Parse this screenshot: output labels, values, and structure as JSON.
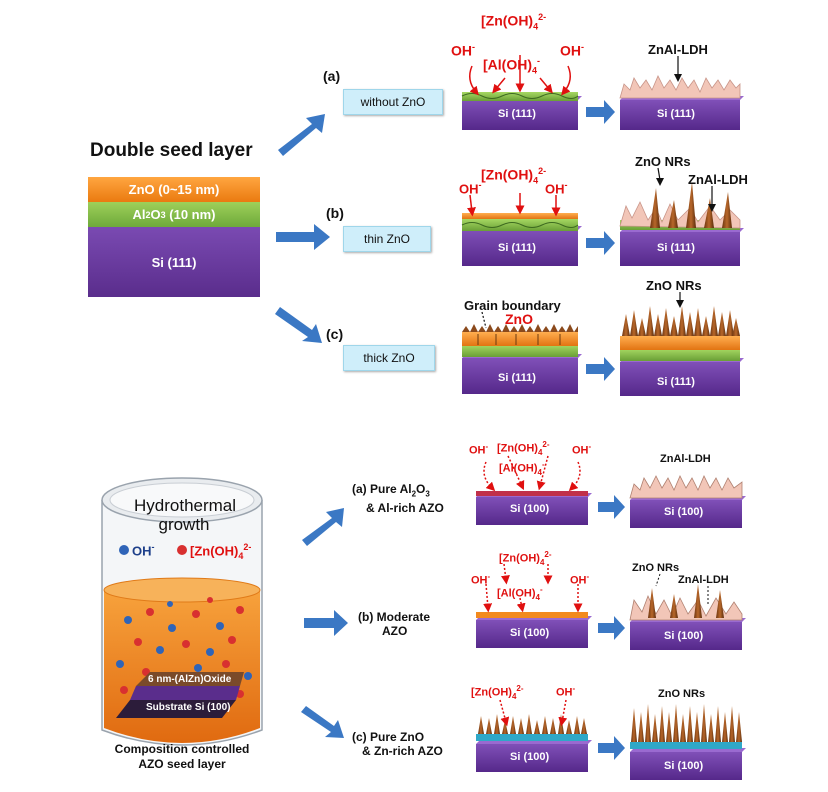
{
  "top": {
    "title": "Double seed layer",
    "stack": {
      "zno": "ZnO (0~15 nm)",
      "al2o3_pre": "Al",
      "al2o3_sub1": "2",
      "al2o3_mid": "O",
      "al2o3_sub2": "3",
      "al2o3_post": " (10 nm)",
      "si": "Si (111)"
    },
    "a": {
      "letter": "(a)",
      "condition": "without ZnO",
      "ion_zn": "[Zn(OH)",
      "ion_zn_sub": "4",
      "ion_zn_sup": "2-",
      "ion_al": "[Al(OH)",
      "ion_al_sub": "4",
      "ion_al_sup": "-",
      "oh": "OH",
      "oh_sup": "-",
      "substrate": "Si (111)",
      "result_label": "ZnAl-LDH",
      "result_substrate": "Si (111)"
    },
    "b": {
      "letter": "(b)",
      "condition": "thin ZnO",
      "ion_zn": "[Zn(OH)",
      "ion_zn_sub": "4",
      "ion_zn_sup": "2-",
      "oh": "OH",
      "oh_sup": "-",
      "substrate": "Si (111)",
      "result_label_1": "ZnO NRs",
      "result_label_2": "ZnAl-LDH",
      "result_substrate": "Si (111)"
    },
    "c": {
      "letter": "(c)",
      "condition": "thick ZnO",
      "grain": "Grain boundary",
      "zno": "ZnO",
      "substrate": "Si (111)",
      "result_label": "ZnO NRs",
      "result_substrate": "Si (111)"
    }
  },
  "bottom": {
    "vessel": {
      "title_1": "Hydrothermal",
      "title_2": "growth",
      "legend_oh": "OH",
      "legend_oh_sup": "-",
      "legend_zn": "[Zn(OH)",
      "legend_zn_sub": "4",
      "legend_zn_sup": "2-",
      "oxide": "6 nm-(AlZn)Oxide",
      "substrate": "Substrate Si (100)",
      "caption_1": "Composition controlled",
      "caption_2": "AZO seed layer"
    },
    "a": {
      "letter": "(a)",
      "line1_pre": "Pure Al",
      "line1_sub1": "2",
      "line1_mid": "O",
      "line1_sub2": "3",
      "line2": "& Al-rich AZO",
      "ion_zn": "[Zn(OH)",
      "ion_zn_sub": "4",
      "ion_zn_sup": "2-",
      "ion_al": "[Al(OH)",
      "ion_al_sub": "4",
      "ion_al_sup": "-",
      "oh": "OH",
      "oh_sup": "-",
      "substrate": "Si (100)",
      "result_label": "ZnAl-LDH",
      "result_substrate": "Si (100)"
    },
    "b": {
      "letter": "(b)",
      "line1": "Moderate",
      "line2": "AZO",
      "ion_zn": "[Zn(OH)",
      "ion_zn_sub": "4",
      "ion_zn_sup": "2-",
      "ion_al": "[Al(OH)",
      "ion_al_sub": "4",
      "ion_al_sup": "-",
      "oh": "OH",
      "oh_sup": "-",
      "substrate": "Si (100)",
      "result_label_1": "ZnO NRs",
      "result_label_2": "ZnAl-LDH",
      "result_substrate": "Si (100)"
    },
    "c": {
      "letter": "(c)",
      "line1": "Pure ZnO",
      "line2": "& Zn-rich AZO",
      "ion_zn": "[Zn(OH)",
      "ion_zn_sub": "4",
      "ion_zn_sup": "2-",
      "oh": "OH",
      "oh_sup": "-",
      "substrate": "Si (100)",
      "result_label": "ZnO NRs",
      "result_substrate": "Si (100)"
    }
  },
  "colors": {
    "si": "#6a3aa0",
    "zno_layer": "#f28a1e",
    "al2o3_layer": "#7cb342",
    "arrow": "#3b78c4",
    "ion": "#e01010",
    "cond_box": "#cfeefa",
    "rod": "#8b4a1c",
    "ldh": "#f2c6b8"
  }
}
